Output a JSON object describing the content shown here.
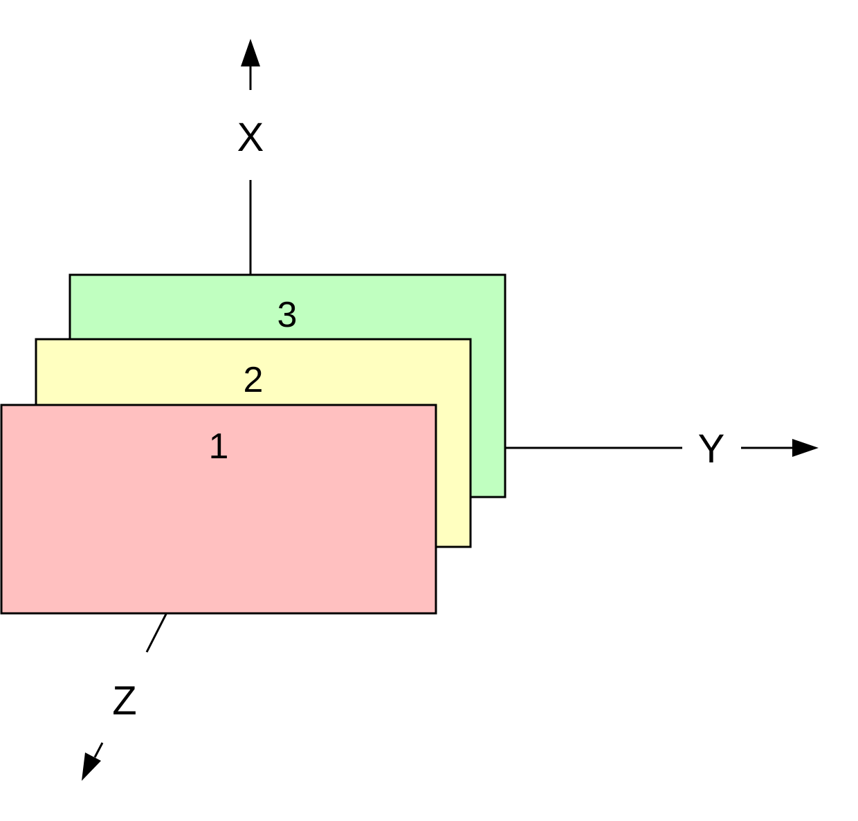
{
  "axes": {
    "x_label": "X",
    "y_label": "Y",
    "z_label": "Z"
  },
  "planes": [
    {
      "label": "3",
      "color": "#c0ffc0"
    },
    {
      "label": "2",
      "color": "#ffffc0"
    },
    {
      "label": "1",
      "color": "#ffc0c0"
    }
  ]
}
